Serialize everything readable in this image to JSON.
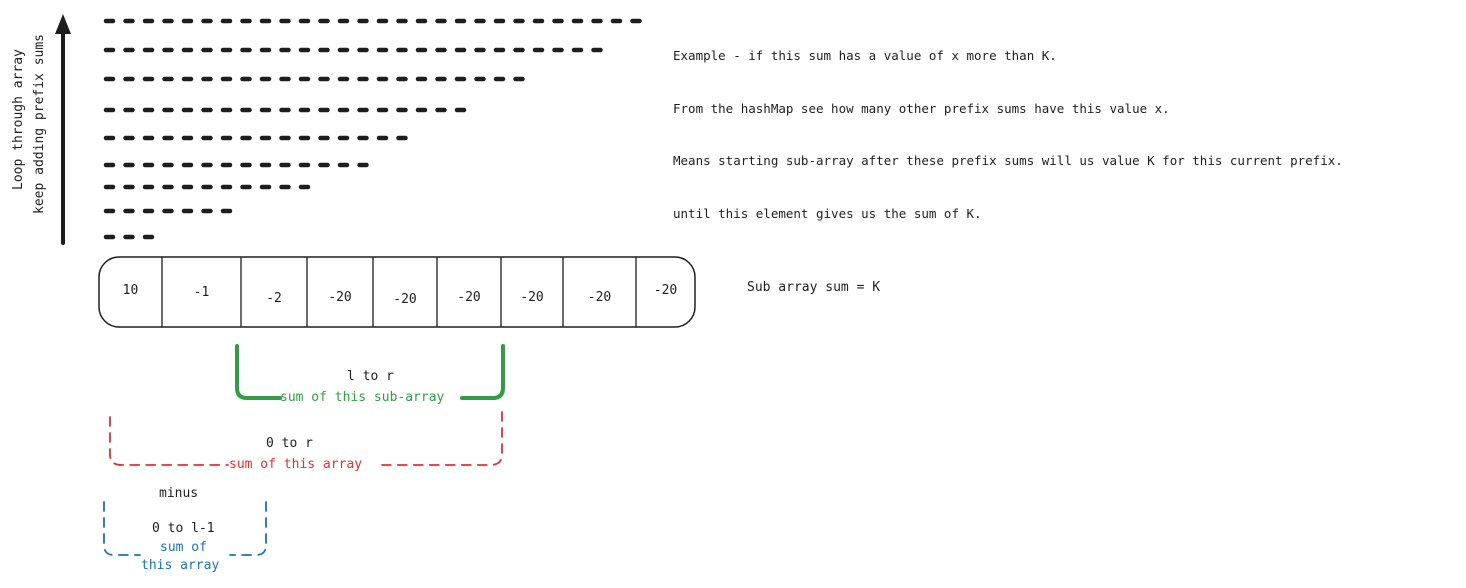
{
  "side_label": {
    "line1": "Loop through array",
    "line2": "keep adding prefix sums"
  },
  "prefix_lines": {
    "dash_counts": [
      28,
      26,
      22,
      19,
      16,
      14,
      11,
      7,
      3
    ],
    "color": "#1e1e1e"
  },
  "note": {
    "lines": [
      "Example - if this sum has a value of x more than K.",
      "From the hashMap see how many other prefix sums have this value x.",
      "Means starting sub-array after these prefix sums will us value K for this current prefix.",
      "until this element gives us the sum of K."
    ]
  },
  "array": {
    "cells": [
      "10",
      "-1",
      "-2",
      "-20",
      "-20",
      "-20",
      "-20",
      "-20",
      "-20"
    ]
  },
  "subarray_label": "Sub array sum = K",
  "green_bracket": {
    "range": "l to r",
    "caption": "sum of this sub-array",
    "color": "#2f9e44"
  },
  "red_bracket": {
    "range": "0 to r",
    "caption": "sum of this array",
    "color": "#e03131"
  },
  "minus_label": "minus",
  "blue_bracket": {
    "range": "0 to l-1",
    "caption_line1": "sum of",
    "caption_line2": "this array",
    "color": "#1971c2"
  }
}
